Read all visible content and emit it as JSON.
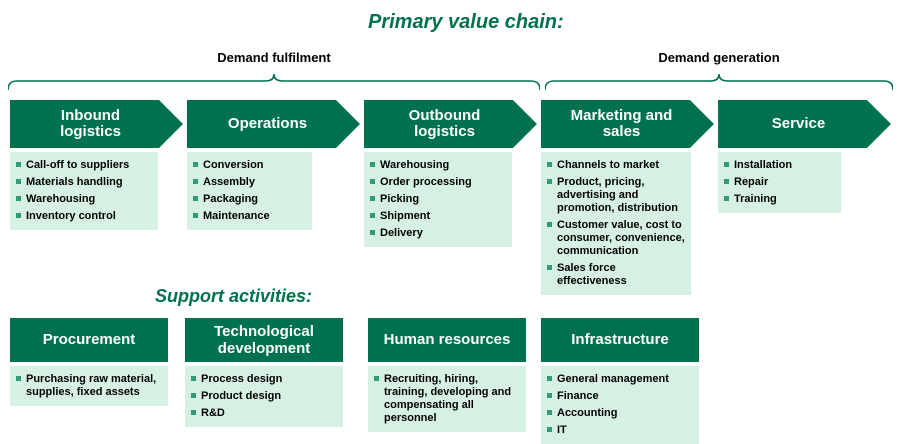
{
  "title": "Primary value chain:",
  "support_title": "Support activities:",
  "groups": {
    "left": "Demand fulfilment",
    "right": "Demand generation"
  },
  "primary": [
    {
      "title": "Inbound logistics",
      "items": [
        "Call-off to suppliers",
        "Materials handling",
        "Warehousing",
        "Inventory control"
      ]
    },
    {
      "title": "Operations",
      "items": [
        "Conversion",
        "Assembly",
        "Packaging",
        "Maintenance"
      ]
    },
    {
      "title": "Outbound logistics",
      "items": [
        "Warehousing",
        "Order processing",
        "Picking",
        "Shipment",
        "Delivery"
      ]
    },
    {
      "title": "Marketing and sales",
      "items": [
        "Channels to market",
        "Product, pricing, advertising and promotion, distribution",
        "Customer value, cost to consumer, convenience, communication",
        "Sales force effectiveness"
      ]
    },
    {
      "title": "Service",
      "items": [
        "Installation",
        "Repair",
        "Training"
      ]
    }
  ],
  "support": [
    {
      "title": "Procurement",
      "items": [
        "Purchasing raw material, supplies, fixed assets"
      ]
    },
    {
      "title": "Technological development",
      "items": [
        "Process design",
        "Product design",
        "R&D"
      ]
    },
    {
      "title": "Human resources",
      "items": [
        "Recruiting, hiring, training, developing and compensating all personnel"
      ]
    },
    {
      "title": "Infrastructure",
      "items": [
        "General management",
        "Finance",
        "Accounting",
        "IT"
      ]
    }
  ],
  "colors": {
    "header_green": "#00714f",
    "mint_green": "#d7f0e4",
    "bullet_green": "#2f9e77",
    "text": "#000000"
  }
}
